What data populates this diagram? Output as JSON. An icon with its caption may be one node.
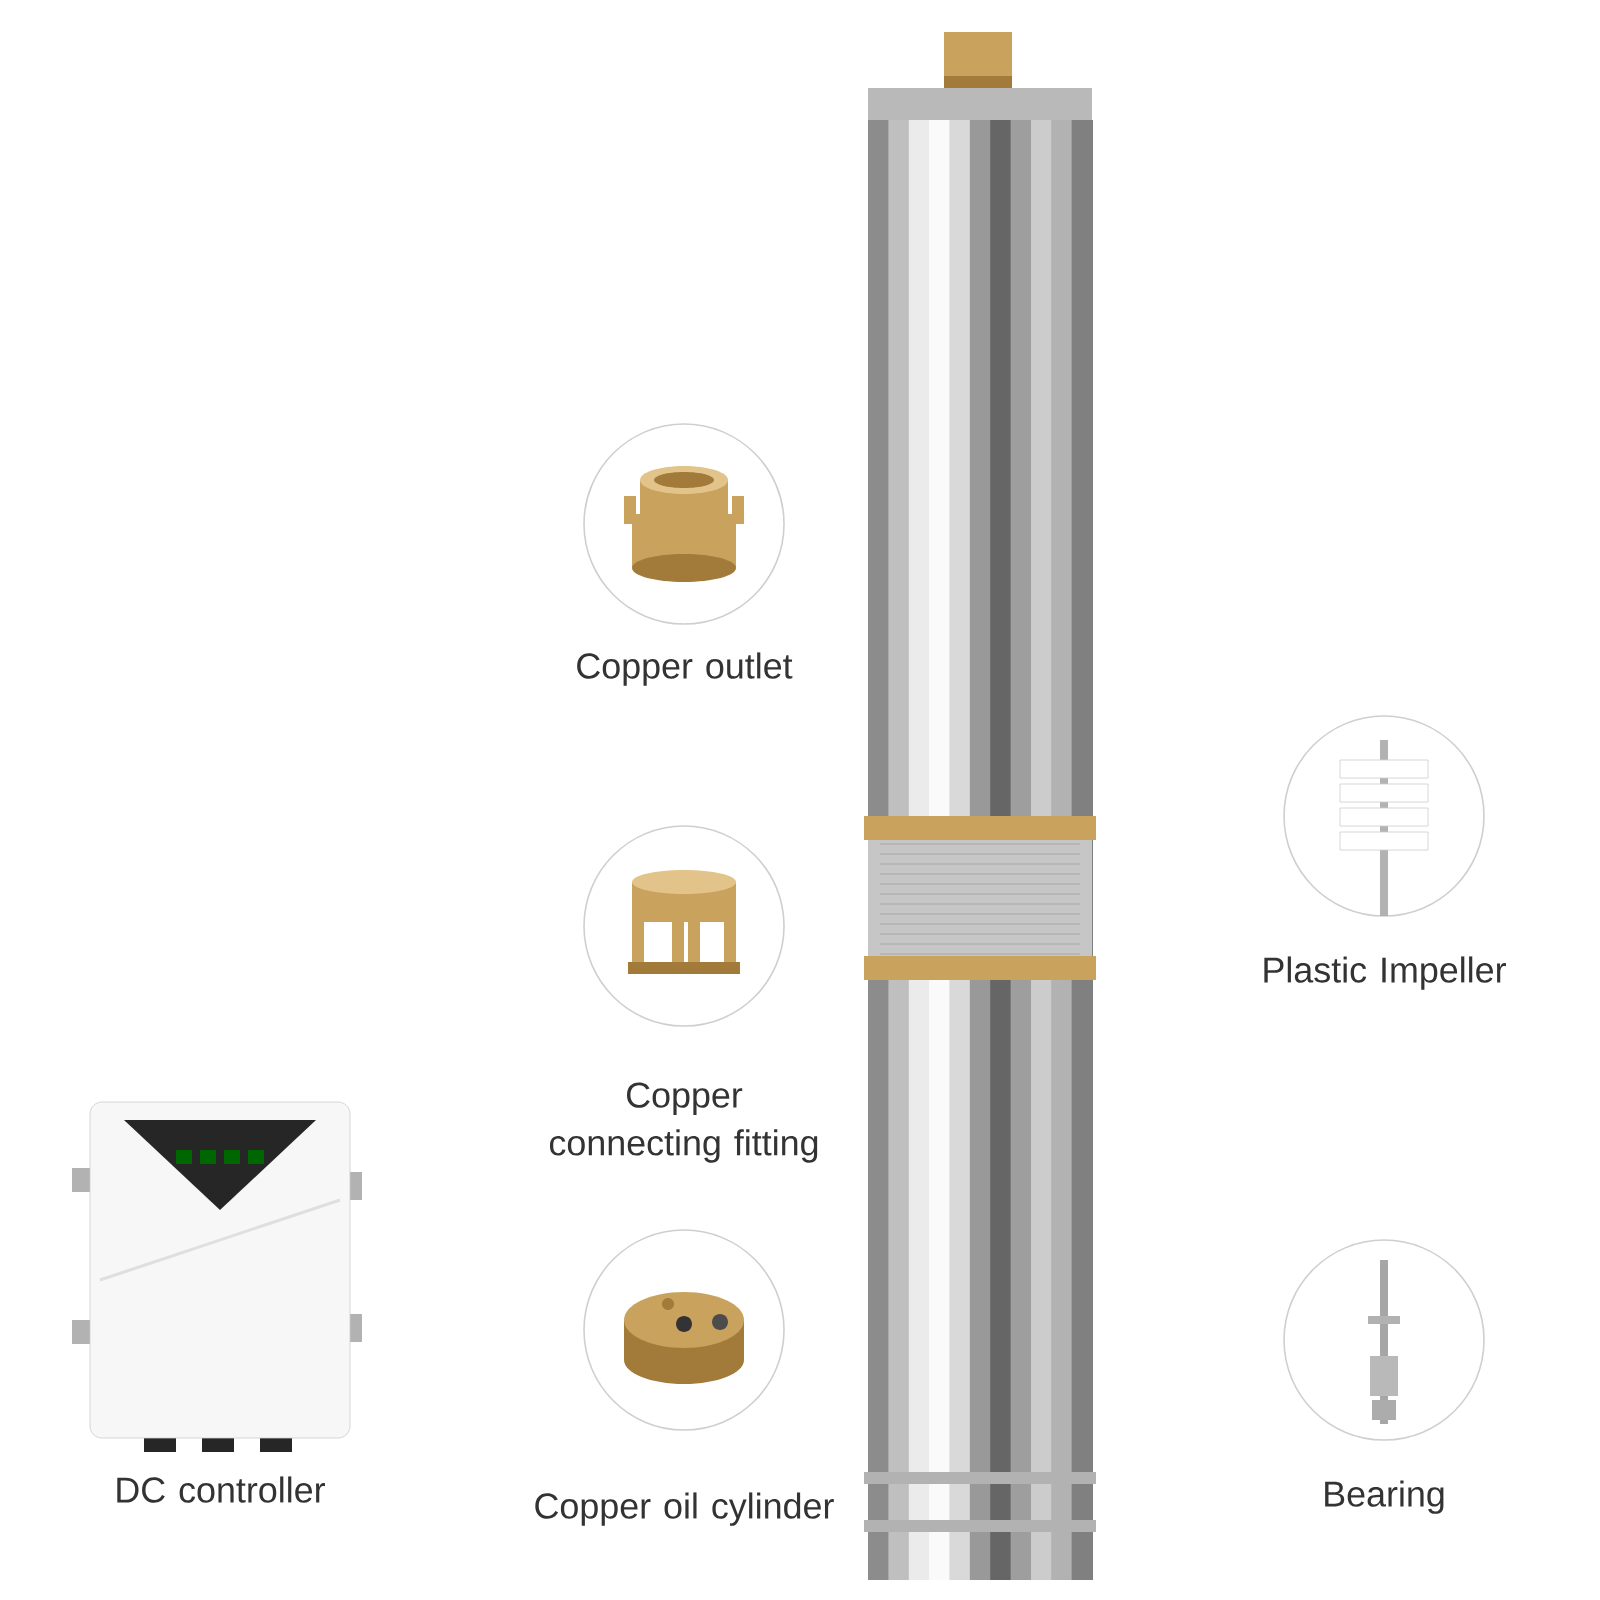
{
  "diagram": {
    "nodes": [
      {
        "text": [
          "Copper outlet"
        ]
      },
      {
        "text": [
          "Plastic Impeller"
        ]
      },
      {
        "text": [
          "Copper connecting fitting"
        ]
      },
      {
        "text": [
          "DC controller"
        ]
      },
      {
        "text": [
          "Copper oil cylinder"
        ]
      },
      {
        "text": [
          "Bearing"
        ]
      }
    ]
  }
}
